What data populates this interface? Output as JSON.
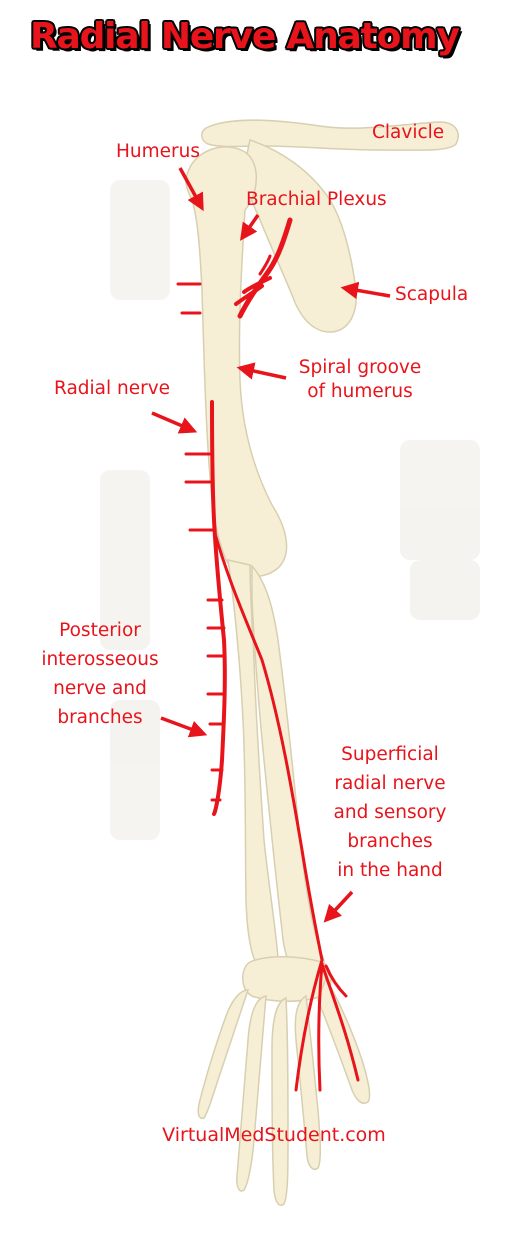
{
  "title": "Radial Nerve Anatomy",
  "labels": {
    "humerus": "Humerus",
    "clavicle": "Clavicle",
    "brachial_plexus": "Brachial Plexus",
    "scapula": "Scapula",
    "radial_nerve": "Radial nerve",
    "spiral_groove_line1": "Spiral groove",
    "spiral_groove_line2": "of humerus",
    "posterior_interosseous": [
      "Posterior",
      "interosseous",
      "nerve and",
      "branches"
    ],
    "superficial_radial": [
      "Superficial",
      "radial nerve",
      "and sensory",
      "branches",
      "in the hand"
    ]
  },
  "footer": "VirtualMedStudent.com",
  "colors": {
    "nerve": "#e8141b",
    "bone_fill": "#f6efd6",
    "bone_stroke": "#d8cfb0",
    "label": "#e8141b"
  }
}
